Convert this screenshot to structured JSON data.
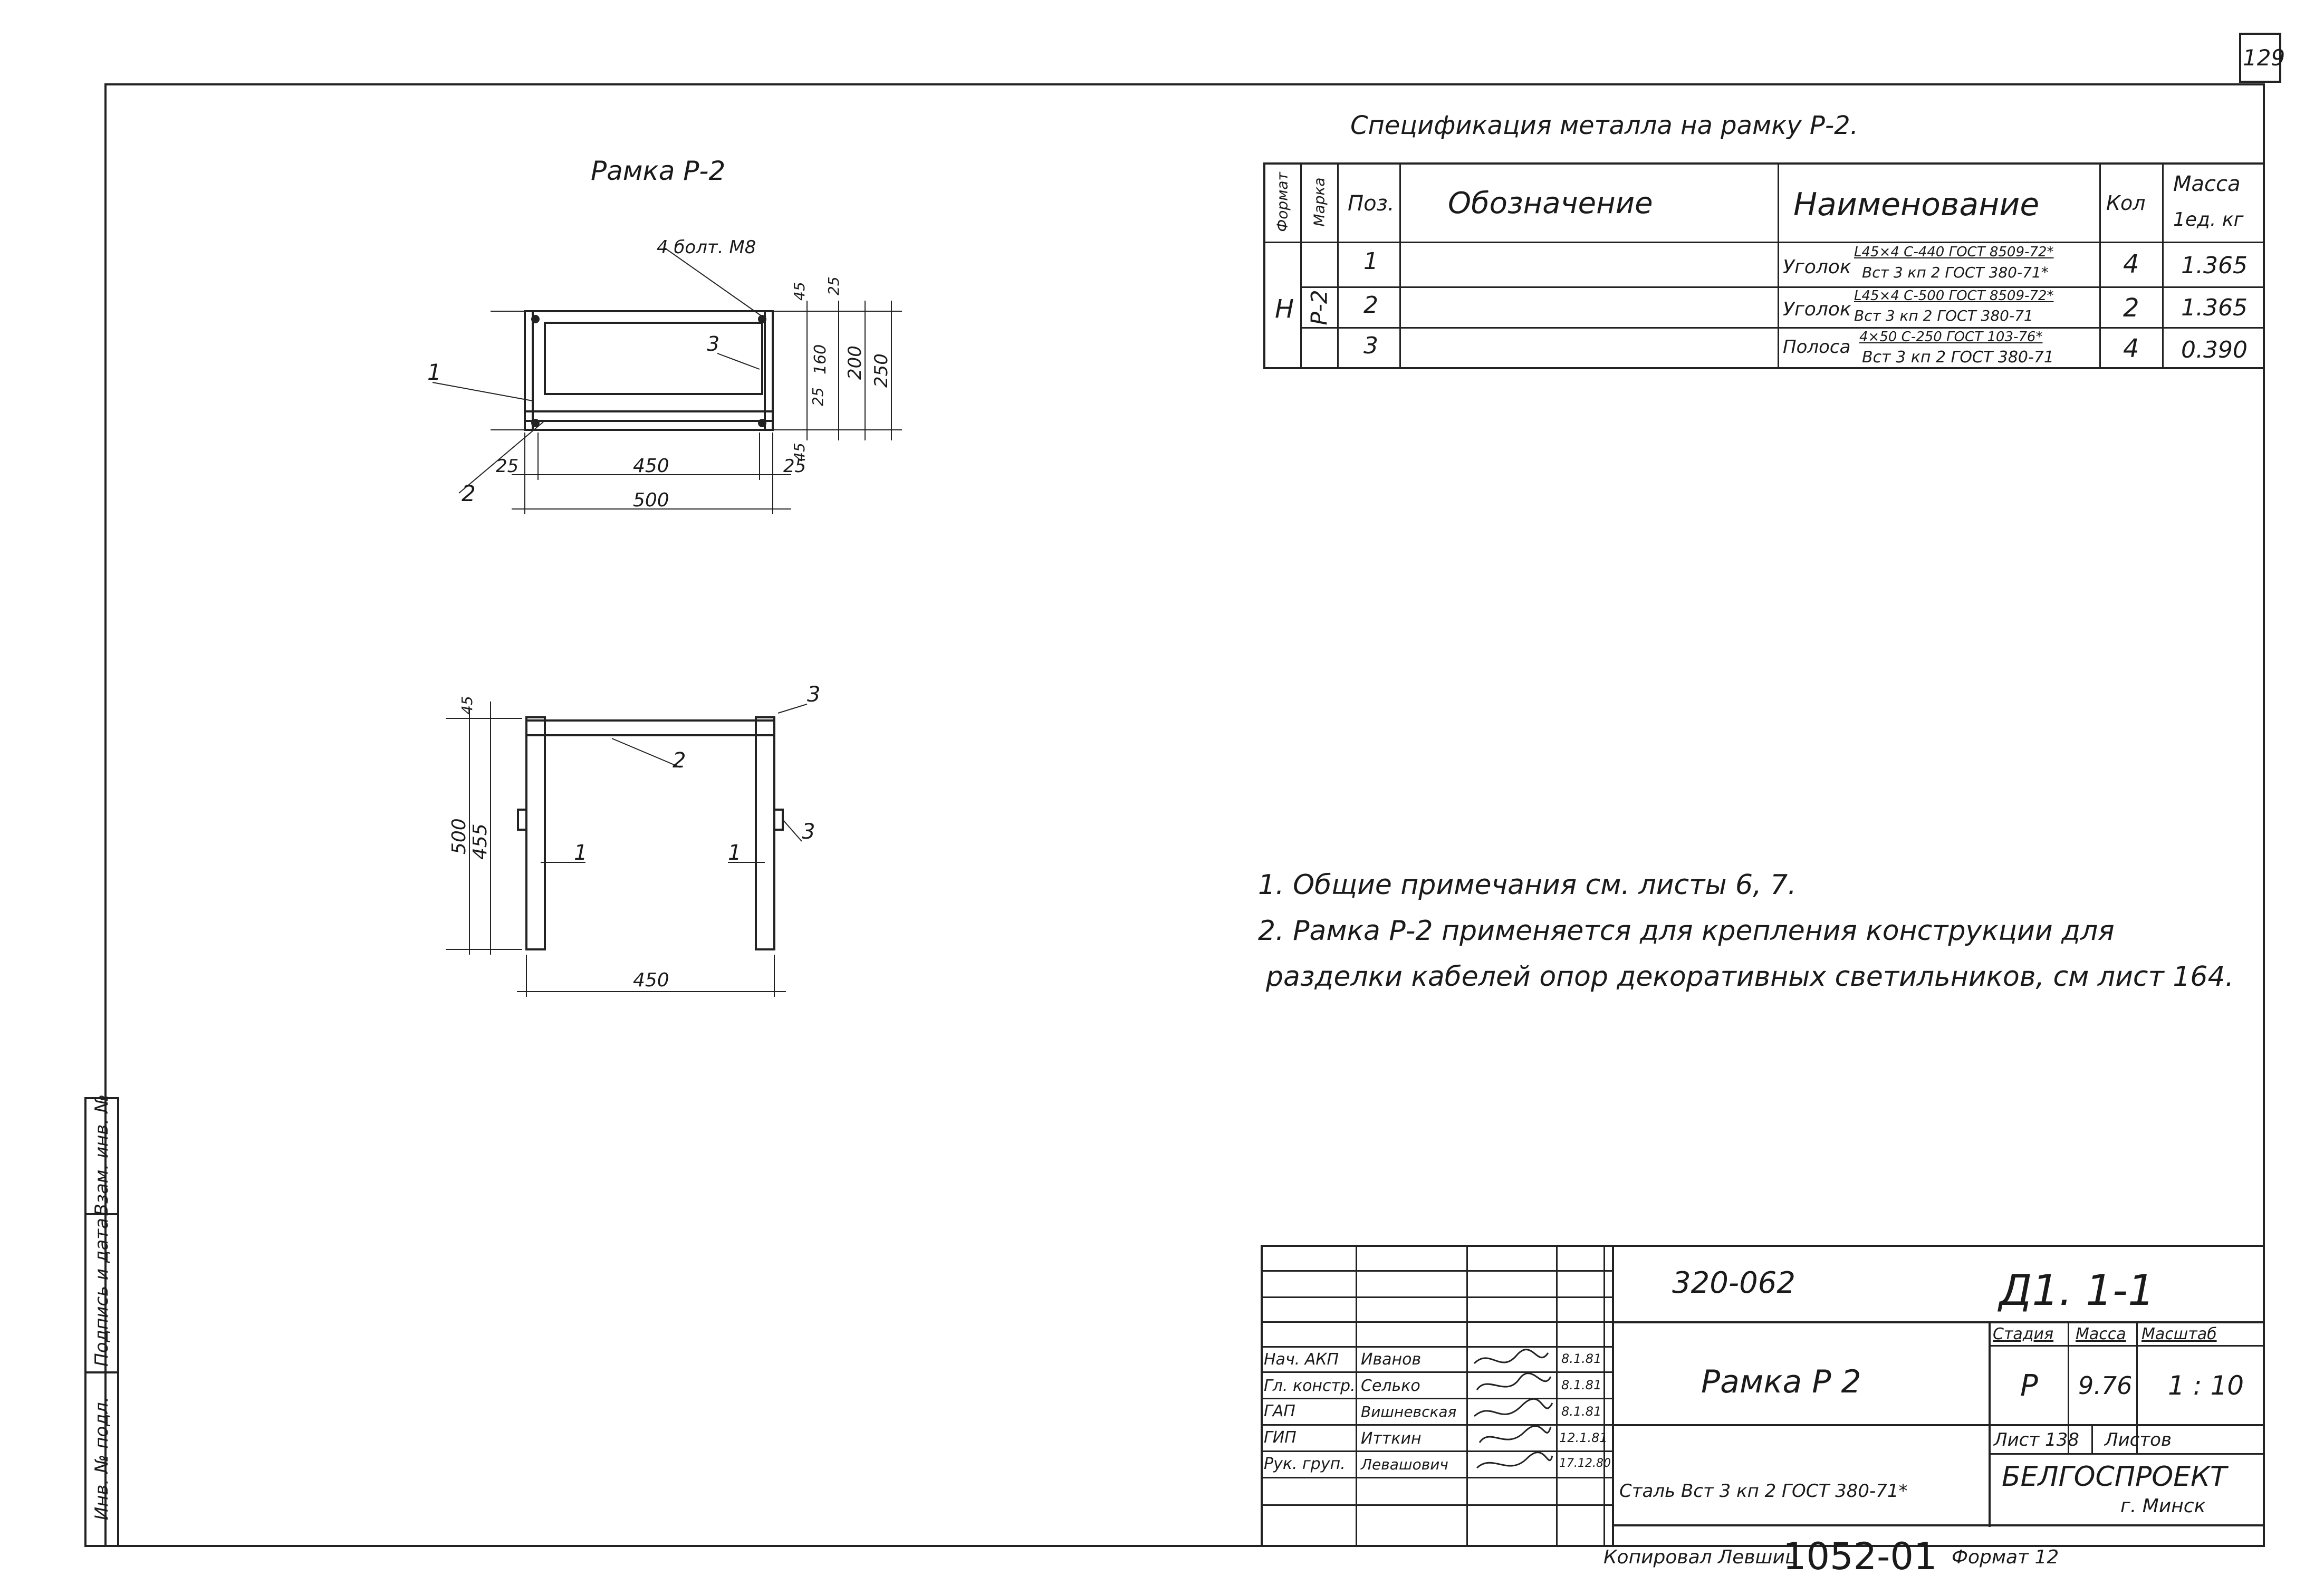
{
  "page_number": "129",
  "drawing_title": "Рамка Р-2",
  "plan_view": {
    "bolt_label": "4 болт. М8",
    "dim_500": "500",
    "dim_450": "450",
    "dim_25_left": "25",
    "dim_25_right": "25",
    "dim_200": "200",
    "dim_250": "250",
    "dim_160": "160",
    "dim_45_top": "45",
    "dim_45_bottom": "45",
    "dim_25_top": "25",
    "dim_25_bottom": "25",
    "callout_1": "1",
    "callout_2": "2",
    "callout_3": "3"
  },
  "front_view": {
    "dim_500": "500",
    "dim_455": "455",
    "dim_45": "45",
    "dim_450": "450",
    "callout_1_left": "1",
    "callout_1_right": "1",
    "callout_2": "2",
    "callout_3_top": "3",
    "callout_3_side": "3"
  },
  "spec": {
    "title": "Спецификация металла на рамку Р-2.",
    "headers": {
      "format": "Формат",
      "mark": "Марка",
      "pos": "Поз.",
      "designation": "Обозначение",
      "name": "Наименование",
      "qty": "Кол",
      "mass_top": "Масса",
      "mass_bottom": "1ед. кг"
    },
    "format_value": "Н",
    "mark_value": "Р-2",
    "rows": [
      {
        "pos": "1",
        "name_main": "Уголок",
        "name_top": "L45×4 С-440 ГОСТ 8509-72*",
        "name_bottom": "Вст 3 кп 2 ГОСТ 380-71*",
        "qty": "4",
        "mass": "1.365"
      },
      {
        "pos": "2",
        "name_main": "Уголок",
        "name_top": "L45×4 С-500 ГОСТ 8509-72*",
        "name_bottom": "Вст 3 кп 2 ГОСТ 380-71",
        "qty": "2",
        "mass": "1.365"
      },
      {
        "pos": "3",
        "name_main": "Полоса",
        "name_top": "4×50 С-250 ГОСТ 103-76*",
        "name_bottom": "Вст 3 кп 2 ГОСТ 380-71",
        "qty": "4",
        "mass": "0.390"
      }
    ]
  },
  "notes": {
    "line1": "1. Общие примечания см. листы 6, 7.",
    "line2": "2. Рамка Р-2 применяется для крепления конструкции для",
    "line3": "разделки кабелей опор декоративных светильников, см лист 164."
  },
  "side_stamp": {
    "inv_podl": "Инв. № подл.",
    "podpis": "Подпись и дата",
    "vzam": "Взам. инв. №"
  },
  "title_block": {
    "project_code": "320-062",
    "sheet_code": "Д1. 1-1",
    "item_name": "Рамка Р 2",
    "material": "Сталь Вст 3 кп 2 ГОСТ 380-71*",
    "org_name": "БЕЛГОСПРОЕКТ",
    "org_city": "г. Минск",
    "stage_label": "Стадия",
    "mass_label": "Масса",
    "scale_label": "Масштаб",
    "stage_value": "Р",
    "mass_value": "9.76",
    "scale_value": "1 : 10",
    "sheet_label": "Лист 138",
    "sheets_label": "Листов",
    "signers": [
      {
        "role": "Нач. АКП",
        "name": "Иванов",
        "date": "8.1.81"
      },
      {
        "role": "Гл. констр.",
        "name": "Селько",
        "date": "8.1.81"
      },
      {
        "role": "ГАП",
        "name": "Вишневская",
        "date": "8.1.81"
      },
      {
        "role": "ГИП",
        "name": "Итткин",
        "date": "12.1.81"
      },
      {
        "role": "Рук. груп.",
        "name": "Левашович",
        "date": "17.12.80"
      }
    ]
  },
  "footer": {
    "copied": "Копировал Левшиц",
    "number": "1052-01",
    "format": "Формат 12"
  }
}
